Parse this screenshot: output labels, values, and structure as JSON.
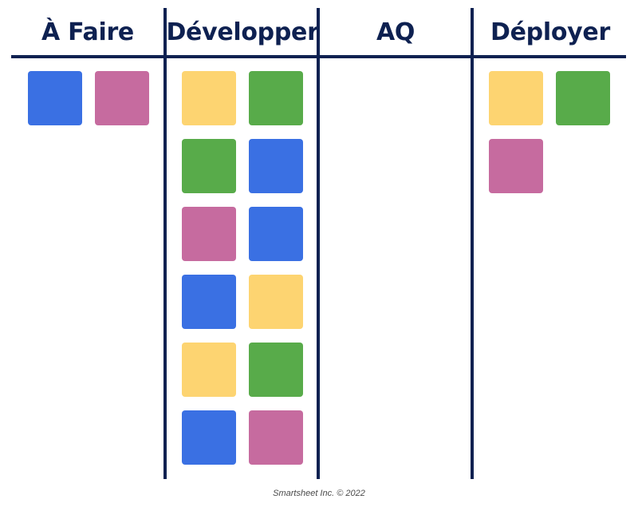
{
  "colors": {
    "blue": "#3a70e3",
    "pink": "#c66b9f",
    "yellow": "#fdd471",
    "green": "#58ab4a",
    "line": "#0e2151"
  },
  "columns": [
    {
      "title": "À Faire",
      "cards": [
        "blue",
        "pink"
      ]
    },
    {
      "title": "Développer",
      "cards": [
        "yellow",
        "green",
        "green",
        "blue",
        "pink",
        "blue",
        "blue",
        "yellow",
        "yellow",
        "green",
        "blue",
        "pink"
      ]
    },
    {
      "title": "AQ",
      "cards": []
    },
    {
      "title": "Déployer",
      "cards": [
        "yellow",
        "green",
        "pink"
      ]
    }
  ],
  "footer": "Smartsheet Inc. © 2022"
}
